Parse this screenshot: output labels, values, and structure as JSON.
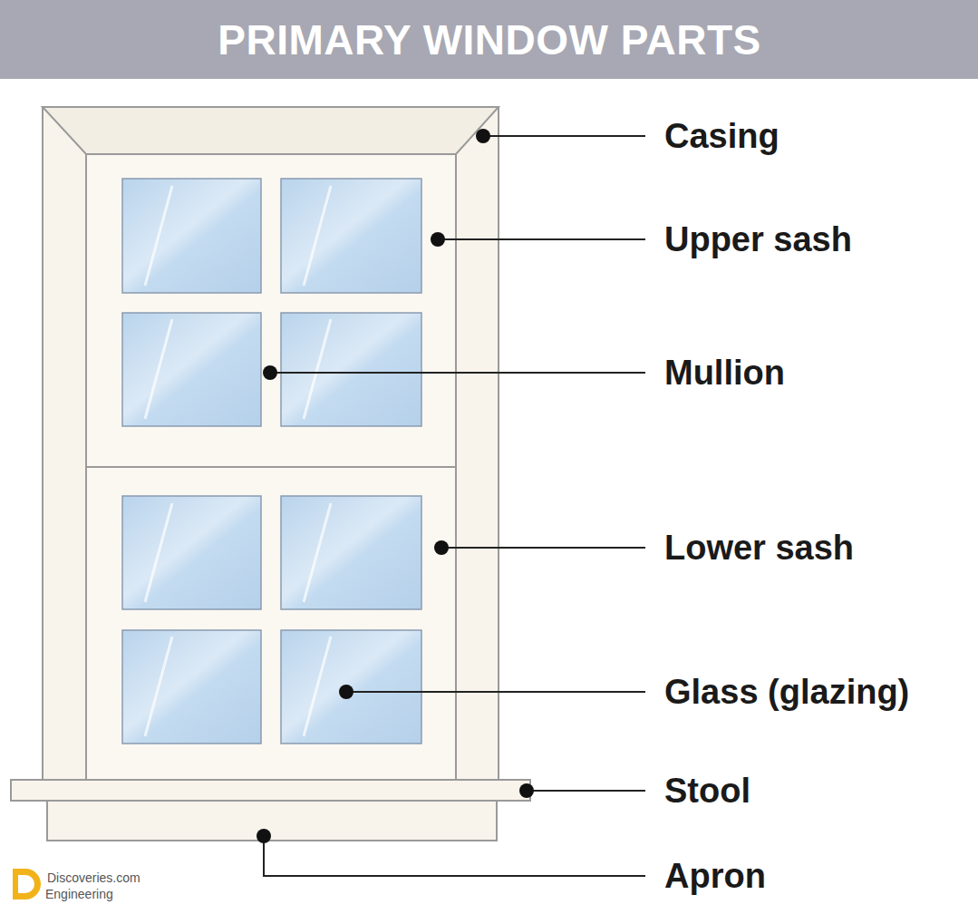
{
  "diagram": {
    "title": "PRIMARY WINDOW PARTS",
    "labels": [
      "Casing",
      "Upper sash",
      "Mullion",
      "Lower sash",
      "Glass (glazing)",
      "Stool",
      "Apron",
      "Discoveries.com",
      "Engineering"
    ]
  }
}
